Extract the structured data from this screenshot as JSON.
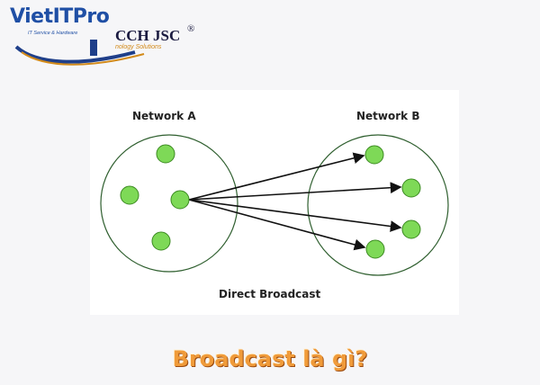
{
  "logo": {
    "brand": "VietITPro",
    "brand_tagline": "IT Service & Hardware",
    "company": "CCH JSC",
    "registered": "®",
    "company_tagline": "nology Solutions"
  },
  "diagram": {
    "network_a_label": "Network A",
    "network_b_label": "Network B",
    "caption": "Direct Broadcast"
  },
  "title": "Broadcast là gì?",
  "colors": {
    "node_fill": "#7ed957",
    "node_stroke": "#3c8a22",
    "circle_stroke": "#2f5f2f",
    "arrow": "#111111",
    "title": "#f09b3a"
  }
}
